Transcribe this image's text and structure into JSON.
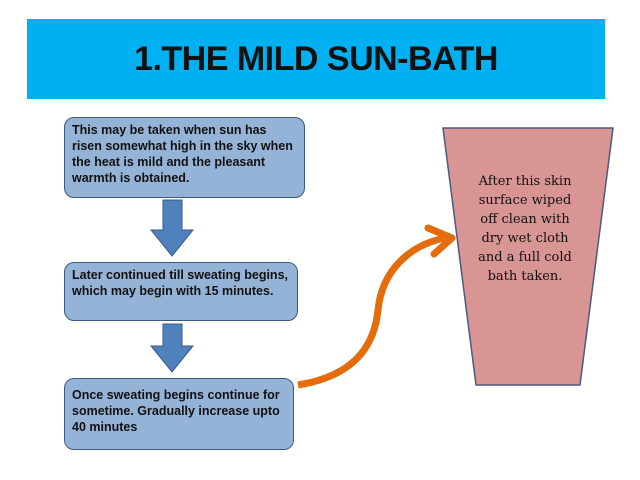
{
  "title": "1.THE MILD SUN-BATH",
  "steps": [
    "This may be taken when sun has risen somewhat high in the sky when the heat is mild and the pleasant warmth is obtained.",
    "Later continued till sweating begins, which may begin with 15 minutes.",
    "Once sweating begins continue for sometime. Gradually increase upto 40 minutes"
  ],
  "result": "After this skin surface wiped off clean with dry wet cloth and a full cold bath taken.",
  "colors": {
    "banner": "#00b0f0",
    "box": "#95b3d7",
    "arrow": "#4f81bd",
    "curve": "#e46c0a",
    "trapezoid": "#d99594"
  }
}
